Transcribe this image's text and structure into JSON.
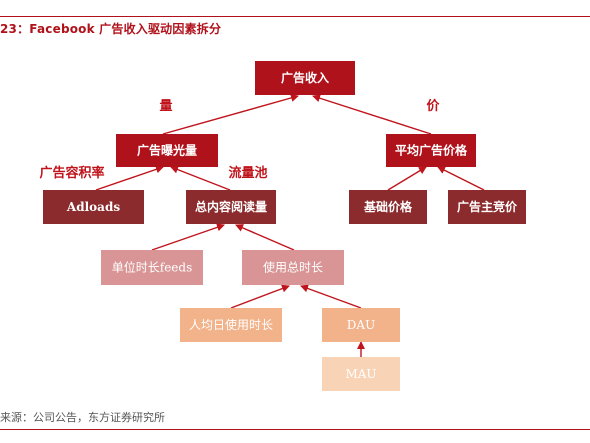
{
  "title": "23：Facebook 广告收入驱动因素拆分",
  "source": "来源：公司公告，东方证券研究所",
  "colors": {
    "primary": "#b0121b",
    "dark": "#8c2b2d",
    "pink": "#d99595",
    "peach": "#f2b28a",
    "light_peach": "#f9d3b6",
    "arrow": "#c0141c"
  },
  "nodes": {
    "revenue": "广告收入",
    "impressions": "广告曝光量",
    "avg_price": "平均广告价格",
    "adloads": "Adloads",
    "total_content_reads": "总内容阅读量",
    "base_price": "基础价格",
    "competitive_price": "广告主竞价",
    "time_per_feed": "单位时长feeds",
    "total_usage_time": "使用总时长",
    "avg_daily_usage": "人均日使用时长",
    "dau": "DAU",
    "mau": "MAU"
  },
  "edge_labels": {
    "volume": "量",
    "price": "价",
    "ad_load_rate": "广告容积率",
    "traffic_pool": "流量池"
  }
}
